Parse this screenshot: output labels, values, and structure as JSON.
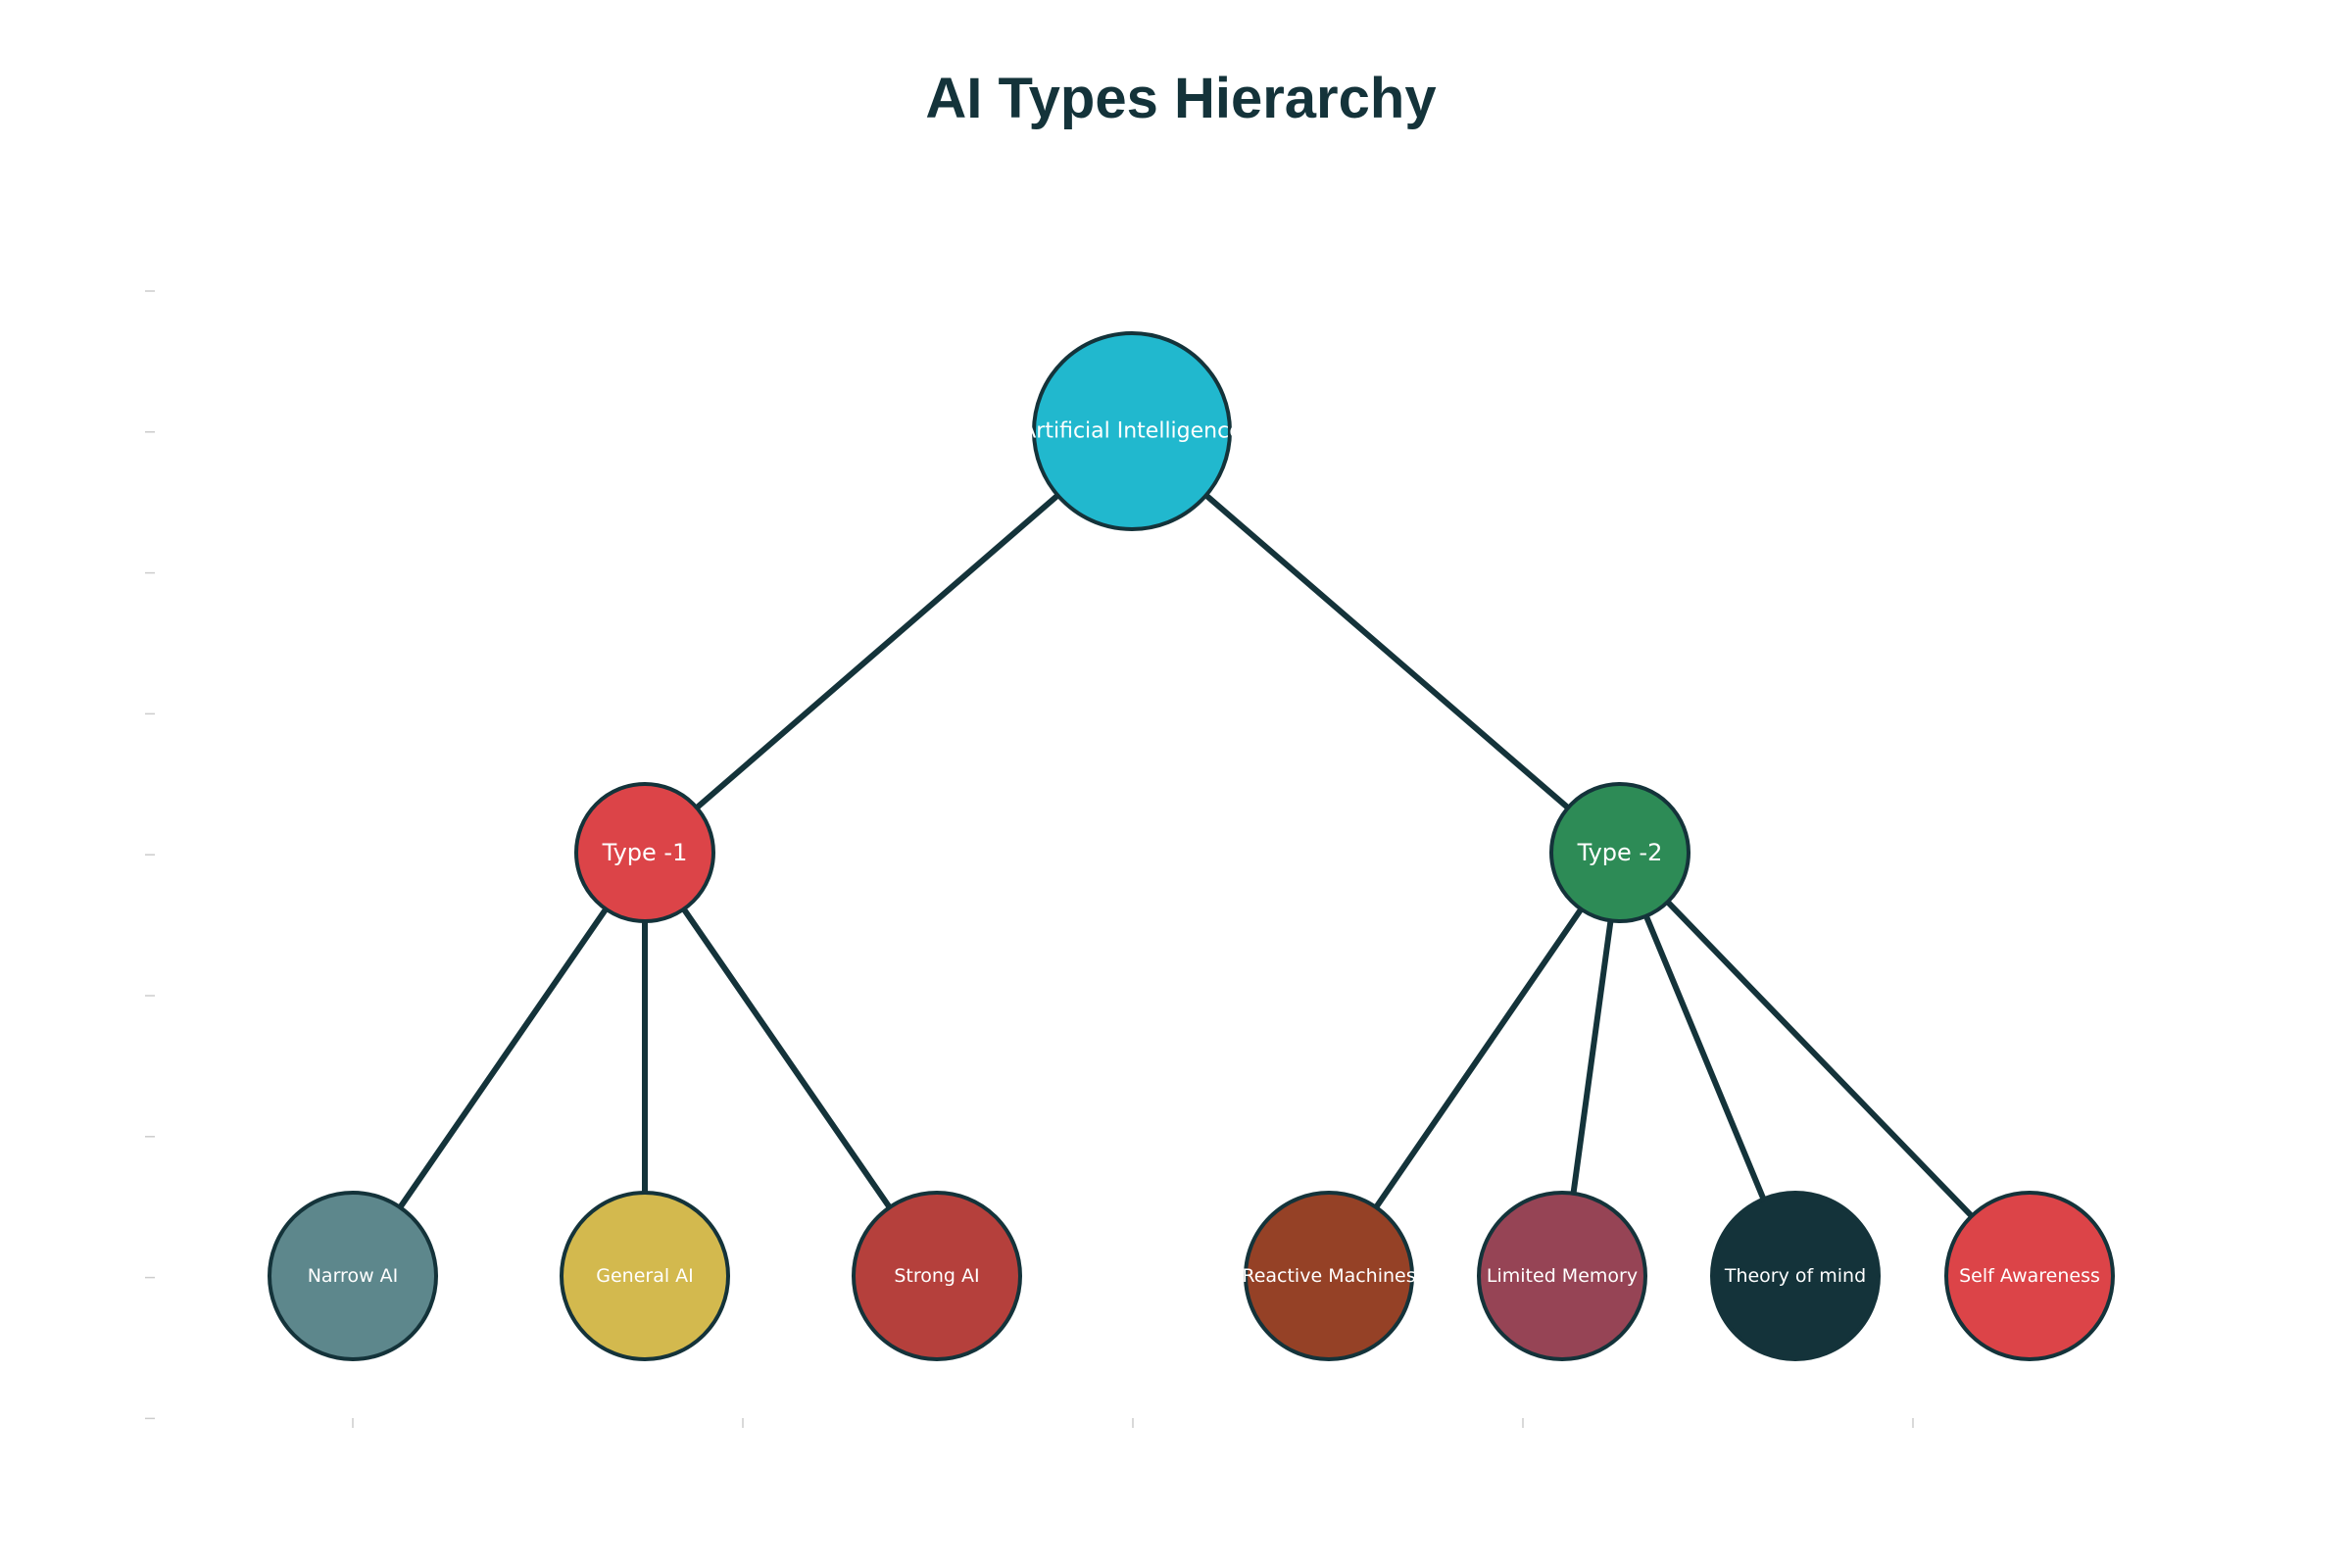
{
  "title": "AI Types Hierarchy",
  "colors": {
    "title": "#14333a",
    "edge": "#14333a",
    "node_stroke": "#14333a",
    "node_text": "#ffffff",
    "tick": "#cccccc"
  },
  "root": {
    "label": "Artificial Intelligence",
    "color": "#21b8ce"
  },
  "branches": [
    {
      "label": "Type -1",
      "color": "#dc4448",
      "children": [
        {
          "label": "Narrow AI",
          "color": "#5d878c"
        },
        {
          "label": "General AI",
          "color": "#d3b94e"
        },
        {
          "label": "Strong AI",
          "color": "#b5403c"
        }
      ]
    },
    {
      "label": "Type -2",
      "color": "#2d8b56",
      "children": [
        {
          "label": "Reactive Machines",
          "color": "#954126"
        },
        {
          "label": "Limited Memory",
          "color": "#964455"
        },
        {
          "label": "Theory of mind",
          "color": "#14333a"
        },
        {
          "label": "Self Awareness",
          "color": "#dc4448"
        }
      ]
    }
  ]
}
